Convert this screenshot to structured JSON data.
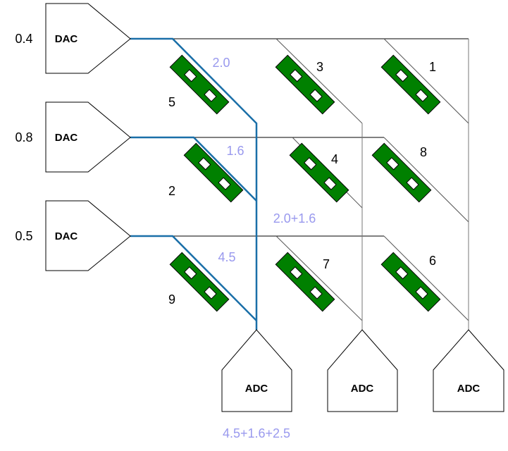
{
  "diagram": {
    "dac_label": "DAC",
    "adc_label": "ADC",
    "inputs": [
      "0.4",
      "0.8",
      "0.5"
    ],
    "weights": [
      [
        "5",
        "3",
        "1"
      ],
      [
        "2",
        "4",
        "8"
      ],
      [
        "9",
        "7",
        "6"
      ]
    ],
    "products": [
      "2.0",
      "1.6",
      "4.5"
    ],
    "partial_sum": "2.0+1.6",
    "output_sum": "4.5+1.6+2.5",
    "colors": {
      "highlight": "#1a6fa8",
      "wire": "#000000",
      "column_wire": "#777777",
      "resistor_fill": "#008000",
      "annotation": "#9999ee"
    }
  }
}
